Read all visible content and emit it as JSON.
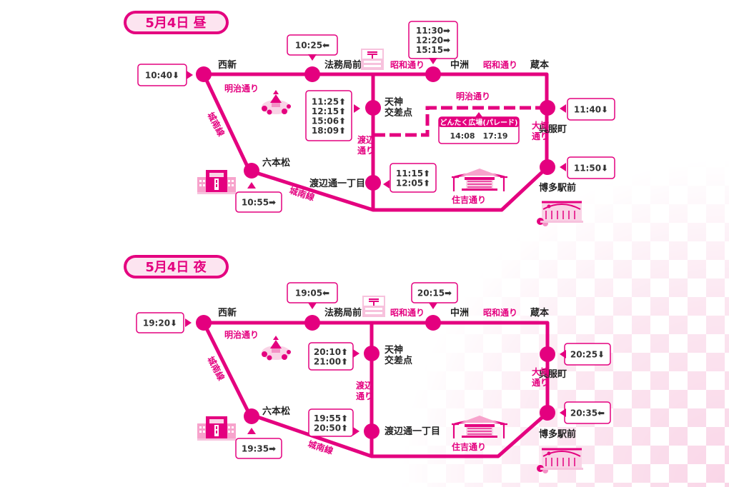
{
  "colors": {
    "accent": "#e4007f",
    "pale": "#f9d3e6",
    "heading_bg": "#fce4f0",
    "text": "#333333"
  },
  "common": {
    "stations": {
      "nishijin": "西新",
      "houmukyoku": "法務局前",
      "nakasu": "中洲",
      "kuramoto": "蔵本",
      "gofukumachi": "呉服町",
      "hakata": "博多駅前",
      "tenjin": "天神\n交差点",
      "watanabe": "渡辺通一丁目",
      "ropponmatsu": "六本松"
    },
    "roads": {
      "meiji": "明治通り",
      "showa": "昭和通り",
      "jonan": "城南線",
      "watanabe_dori": "渡辺\n通り",
      "taihaku": "大博\n通り",
      "sumiyoshi": "住吉通り"
    },
    "icons": [
      "post-office-icon",
      "castle-park-icon",
      "school-icon",
      "shrine-icon",
      "station-building-icon"
    ]
  },
  "sections": {
    "day": {
      "heading": "5月4日 昼",
      "parade_road": "明治通り",
      "parade_label": "どんたく広場(パレード)",
      "parade_times": "14:08　17:19",
      "times": {
        "nishijin": "10:40⬇",
        "houmukyoku": "10:25⬅",
        "nakasu": "11:30➡\n12:20➡\n15:15➡",
        "tenjin": "11:25⬆\n12:15⬆\n15:06⬆\n18:09⬆",
        "watanabe": "11:15⬆\n12:05⬆",
        "ropponmatsu": "10:55➡",
        "gofukumachi": "11:40⬇",
        "hakata": "11:50⬇"
      }
    },
    "night": {
      "heading": "5月4日 夜",
      "times": {
        "nishijin": "19:20⬇",
        "houmukyoku": "19:05⬅",
        "nakasu": "20:15➡",
        "tenjin": "20:10⬆\n21:00⬆",
        "watanabe": "19:55⬆\n20:50⬆",
        "ropponmatsu": "19:35➡",
        "gofukumachi": "20:25⬇",
        "hakata": "20:35⬅"
      }
    }
  }
}
